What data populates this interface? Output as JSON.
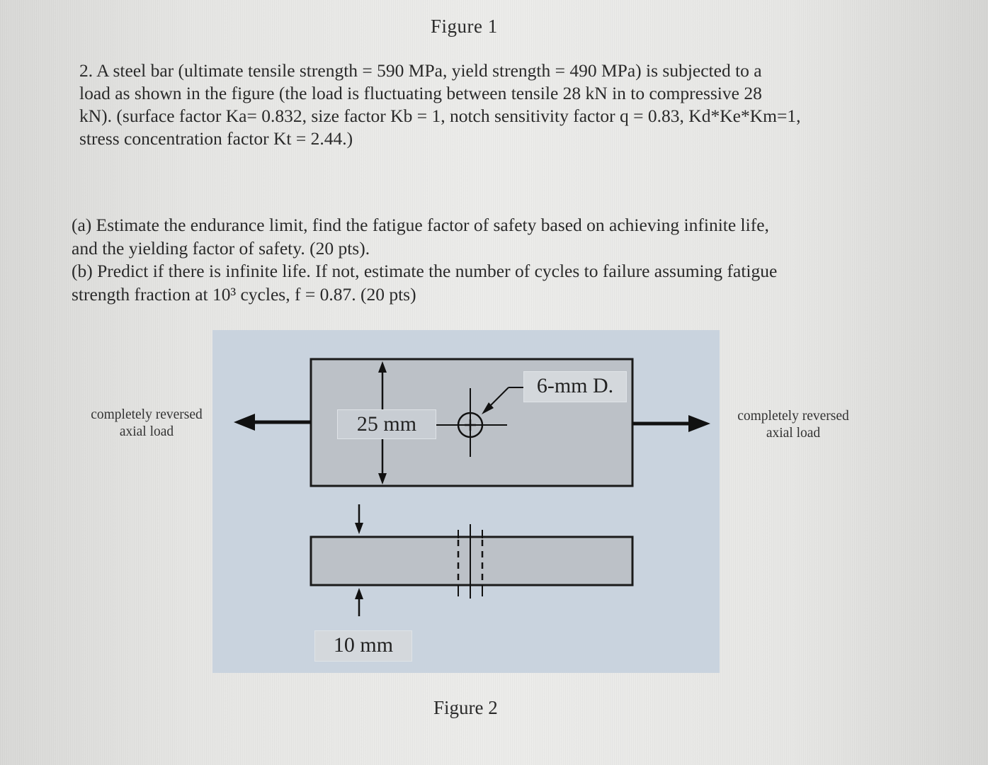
{
  "figure1_caption": "Figure 1",
  "problem": {
    "line1": "2. A steel bar (ultimate tensile strength = 590 MPa, yield strength = 490 MPa) is subjected to a",
    "line2": "load as shown in the figure (the load is fluctuating between tensile 28 kN in to compressive 28",
    "line3": "kN). (surface factor Ka= 0.832, size factor Kb = 1, notch sensitivity factor q = 0.83, Kd*Ke*Km=1,",
    "line4": "stress concentration factor Kt = 2.44.)"
  },
  "parts": {
    "a_line1": "(a) Estimate the endurance limit, find the fatigue factor of safety based on achieving infinite life,",
    "a_line2": "and the yielding factor of safety. (20 pts).",
    "b_line1": "(b) Predict if there is infinite life. If not, estimate the number of cycles to failure assuming fatigue",
    "b_line2": "strength fraction at 10³ cycles, f = 0.87. (20 pts)"
  },
  "figure2": {
    "left_label_line1": "completely reversed",
    "left_label_line2": "axial load",
    "right_label_line1": "completely reversed",
    "right_label_line2": "axial load",
    "width_label": "25 mm",
    "hole_label": "6-mm D.",
    "thickness_label": "10 mm",
    "caption": "Figure 2"
  }
}
